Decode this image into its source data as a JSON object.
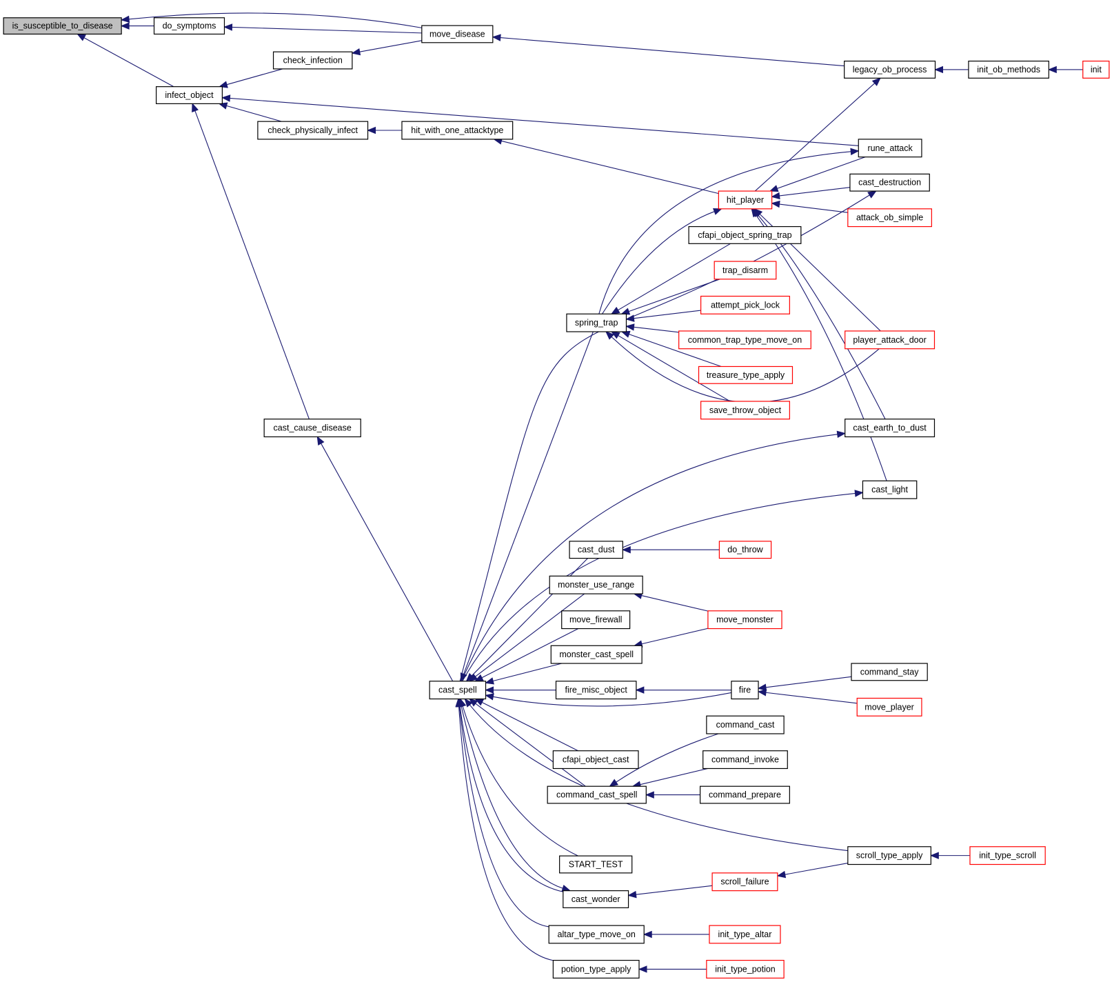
{
  "diagram": {
    "type": "call-graph",
    "colors": {
      "edge": "#191970",
      "truncated_border": "#ff0000",
      "root_fill": "#bfbfbf",
      "node_border": "#000000"
    },
    "nodes": {
      "is_susceptible_to_disease": {
        "label": "is_susceptible_to_disease",
        "root": true
      },
      "do_symptoms": {
        "label": "do_symptoms"
      },
      "infect_object": {
        "label": "infect_object"
      },
      "check_infection": {
        "label": "check_infection"
      },
      "move_disease": {
        "label": "move_disease"
      },
      "check_physically_infect": {
        "label": "check_physically_infect"
      },
      "hit_with_one_attacktype": {
        "label": "hit_with_one_attacktype"
      },
      "cast_cause_disease": {
        "label": "cast_cause_disease"
      },
      "legacy_ob_process": {
        "label": "legacy_ob_process"
      },
      "init_ob_methods": {
        "label": "init_ob_methods"
      },
      "init": {
        "label": "init",
        "truncated": true
      },
      "rune_attack": {
        "label": "rune_attack"
      },
      "cast_destruction": {
        "label": "cast_destruction"
      },
      "hit_player": {
        "label": "hit_player",
        "truncated": true
      },
      "attack_ob_simple": {
        "label": "attack_ob_simple",
        "truncated": true
      },
      "cfapi_object_spring_trap": {
        "label": "cfapi_object_spring_trap"
      },
      "trap_disarm": {
        "label": "trap_disarm",
        "truncated": true
      },
      "attempt_pick_lock": {
        "label": "attempt_pick_lock",
        "truncated": true
      },
      "spring_trap": {
        "label": "spring_trap"
      },
      "common_trap_type_move_on": {
        "label": "common_trap_type_move_on",
        "truncated": true
      },
      "player_attack_door": {
        "label": "player_attack_door",
        "truncated": true
      },
      "treasure_type_apply": {
        "label": "treasure_type_apply",
        "truncated": true
      },
      "save_throw_object": {
        "label": "save_throw_object",
        "truncated": true
      },
      "cast_earth_to_dust": {
        "label": "cast_earth_to_dust"
      },
      "cast_light": {
        "label": "cast_light"
      },
      "cast_dust": {
        "label": "cast_dust"
      },
      "do_throw": {
        "label": "do_throw",
        "truncated": true
      },
      "monster_use_range": {
        "label": "monster_use_range"
      },
      "move_firewall": {
        "label": "move_firewall"
      },
      "move_monster": {
        "label": "move_monster",
        "truncated": true
      },
      "monster_cast_spell": {
        "label": "monster_cast_spell"
      },
      "cast_spell": {
        "label": "cast_spell"
      },
      "fire_misc_object": {
        "label": "fire_misc_object"
      },
      "fire": {
        "label": "fire"
      },
      "command_stay": {
        "label": "command_stay"
      },
      "move_player": {
        "label": "move_player",
        "truncated": true
      },
      "command_cast": {
        "label": "command_cast"
      },
      "cfapi_object_cast": {
        "label": "cfapi_object_cast"
      },
      "command_invoke": {
        "label": "command_invoke"
      },
      "command_cast_spell": {
        "label": "command_cast_spell"
      },
      "command_prepare": {
        "label": "command_prepare"
      },
      "scroll_type_apply": {
        "label": "scroll_type_apply"
      },
      "init_type_scroll": {
        "label": "init_type_scroll",
        "truncated": true
      },
      "START_TEST": {
        "label": "START_TEST"
      },
      "scroll_failure": {
        "label": "scroll_failure",
        "truncated": true
      },
      "cast_wonder": {
        "label": "cast_wonder"
      },
      "altar_type_move_on": {
        "label": "altar_type_move_on"
      },
      "init_type_altar": {
        "label": "init_type_altar",
        "truncated": true
      },
      "potion_type_apply": {
        "label": "potion_type_apply"
      },
      "init_type_potion": {
        "label": "init_type_potion",
        "truncated": true
      }
    },
    "edges": [
      [
        "move_disease",
        "is_susceptible_to_disease"
      ],
      [
        "do_symptoms",
        "is_susceptible_to_disease"
      ],
      [
        "infect_object",
        "is_susceptible_to_disease"
      ],
      [
        "move_disease",
        "do_symptoms"
      ],
      [
        "check_infection",
        "infect_object"
      ],
      [
        "rune_attack",
        "infect_object"
      ],
      [
        "check_physically_infect",
        "infect_object"
      ],
      [
        "cast_cause_disease",
        "infect_object"
      ],
      [
        "move_disease",
        "check_infection"
      ],
      [
        "legacy_ob_process",
        "move_disease"
      ],
      [
        "hit_with_one_attacktype",
        "check_physically_infect"
      ],
      [
        "hit_player",
        "hit_with_one_attacktype"
      ],
      [
        "init_ob_methods",
        "legacy_ob_process"
      ],
      [
        "init",
        "init_ob_methods"
      ],
      [
        "cast_spell",
        "cast_cause_disease"
      ],
      [
        "hit_player",
        "legacy_ob_process"
      ],
      [
        "rune_attack",
        "hit_player"
      ],
      [
        "cast_destruction",
        "hit_player"
      ],
      [
        "attack_ob_simple",
        "hit_player"
      ],
      [
        "player_attack_door",
        "hit_player"
      ],
      [
        "cast_earth_to_dust",
        "hit_player"
      ],
      [
        "cast_light",
        "hit_player"
      ],
      [
        "spring_trap",
        "rune_attack"
      ],
      [
        "cast_spell",
        "cast_destruction"
      ],
      [
        "spring_trap",
        "hit_player"
      ],
      [
        "cfapi_object_spring_trap",
        "spring_trap"
      ],
      [
        "trap_disarm",
        "spring_trap"
      ],
      [
        "attempt_pick_lock",
        "spring_trap"
      ],
      [
        "common_trap_type_move_on",
        "spring_trap"
      ],
      [
        "treasure_type_apply",
        "spring_trap"
      ],
      [
        "save_throw_object",
        "spring_trap"
      ],
      [
        "player_attack_door",
        "spring_trap"
      ],
      [
        "spring_trap",
        "cast_spell"
      ],
      [
        "cast_spell",
        "cast_earth_to_dust"
      ],
      [
        "cast_spell",
        "cast_light"
      ],
      [
        "cast_dust",
        "cast_spell"
      ],
      [
        "do_throw",
        "cast_dust"
      ],
      [
        "monster_use_range",
        "cast_spell"
      ],
      [
        "move_monster",
        "monster_use_range"
      ],
      [
        "move_firewall",
        "cast_spell"
      ],
      [
        "monster_cast_spell",
        "cast_spell"
      ],
      [
        "move_monster",
        "monster_cast_spell"
      ],
      [
        "fire_misc_object",
        "cast_spell"
      ],
      [
        "fire",
        "fire_misc_object"
      ],
      [
        "fire",
        "cast_spell"
      ],
      [
        "command_stay",
        "fire"
      ],
      [
        "move_player",
        "fire"
      ],
      [
        "cfapi_object_cast",
        "cast_spell"
      ],
      [
        "command_cast_spell",
        "cast_spell"
      ],
      [
        "command_cast",
        "command_cast_spell"
      ],
      [
        "command_invoke",
        "command_cast_spell"
      ],
      [
        "command_prepare",
        "command_cast_spell"
      ],
      [
        "scroll_type_apply",
        "cast_spell"
      ],
      [
        "init_type_scroll",
        "scroll_type_apply"
      ],
      [
        "START_TEST",
        "cast_spell"
      ],
      [
        "cast_wonder",
        "cast_spell"
      ],
      [
        "cast_spell",
        "cast_wonder"
      ],
      [
        "scroll_failure",
        "cast_wonder"
      ],
      [
        "scroll_type_apply",
        "scroll_failure"
      ],
      [
        "altar_type_move_on",
        "cast_spell"
      ],
      [
        "init_type_altar",
        "altar_type_move_on"
      ],
      [
        "potion_type_apply",
        "cast_spell"
      ],
      [
        "init_type_potion",
        "potion_type_apply"
      ]
    ]
  }
}
